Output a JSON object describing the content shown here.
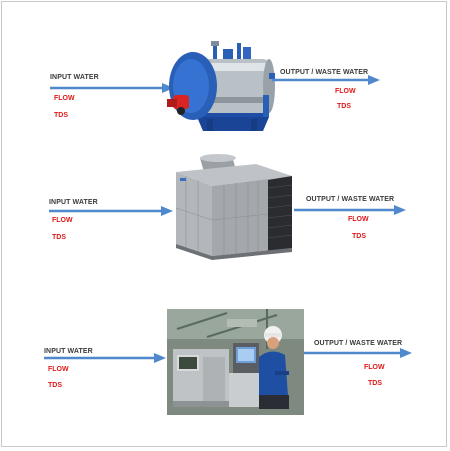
{
  "stages": [
    {
      "name": "boiler",
      "input_label": "INPUT WATER",
      "output_label": "OUTPUT / WASTE WATER",
      "input_metrics": [
        "FLOW",
        "TDS"
      ],
      "output_metrics": [
        "FLOW",
        "TDS"
      ]
    },
    {
      "name": "cooling-tower",
      "input_label": "INPUT WATER",
      "output_label": "OUTPUT / WASTE WATER",
      "input_metrics": [
        "FLOW",
        "TDS"
      ],
      "output_metrics": [
        "FLOW",
        "TDS"
      ]
    },
    {
      "name": "processing-machine",
      "input_label": "INPUT WATER",
      "output_label": "OUTPUT / WASTE WATER",
      "input_metrics": [
        "FLOW",
        "TDS"
      ],
      "output_metrics": [
        "FLOW",
        "TDS"
      ]
    }
  ],
  "colors": {
    "arrow": "#4f88cc",
    "metric": "#e01818",
    "label": "#3a3a3a",
    "boiler_body": "#2a5fb8",
    "tower_body": "#a9adb1"
  }
}
